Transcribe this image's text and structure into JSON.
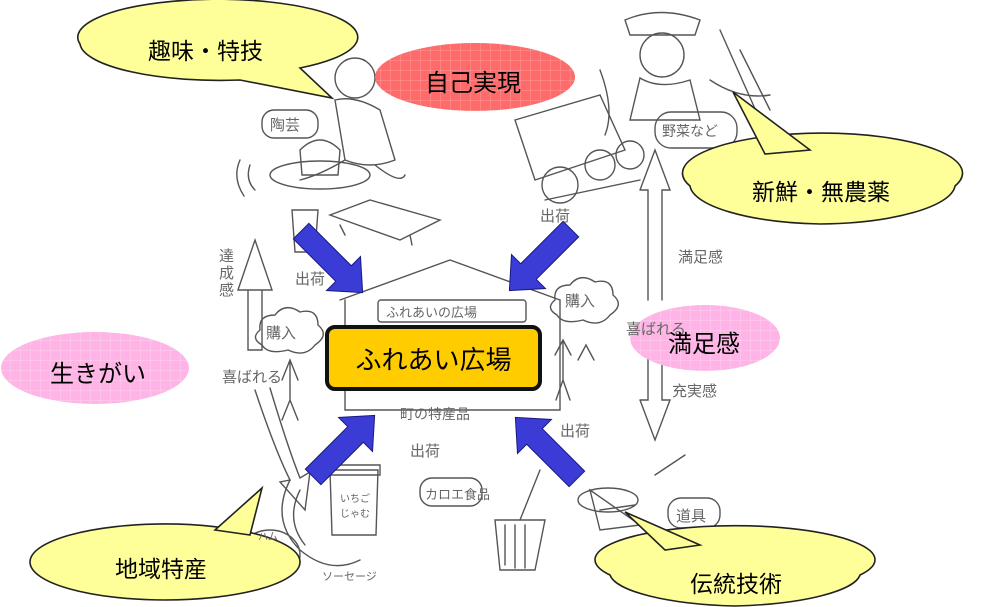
{
  "center": {
    "label": "ふれあい広場"
  },
  "callouts": {
    "hobby": "趣味・特技",
    "fresh": "新鮮・無農薬",
    "local": "地域特産",
    "traditional": "伝統技術"
  },
  "ovals": {
    "self_realization": "自己実現",
    "purpose": "生きがい",
    "satisfaction": "満足感"
  },
  "sketch_notes": {
    "pottery": "陶芸",
    "vegetables": "野菜など",
    "tools": "道具",
    "processed_food": "カロエ食品",
    "local_specialty": "町の特産品",
    "shipping_1": "出荷",
    "shipping_2": "出荷",
    "shipping_3": "出荷",
    "shipping_4": "出荷",
    "purchase_left": "購入",
    "purchase_right": "購入",
    "achievement": "達成感",
    "satisfaction_right": "満足感",
    "fulfillment": "充実感",
    "appreciated": "喜ばれる",
    "appreciated_right": "喜ばれる",
    "jam_label": "いちご じゃむ",
    "ham": "ハム",
    "sausage": "ソーセージ",
    "building_sign": "ふれあいの広場"
  },
  "colors": {
    "callout_fill": "#ffff99",
    "oval_red": "#ff6b6b",
    "oval_pink": "#ffb3e6",
    "center_fill": "#ffcc00",
    "arrow_fill": "#3b3bd6"
  }
}
